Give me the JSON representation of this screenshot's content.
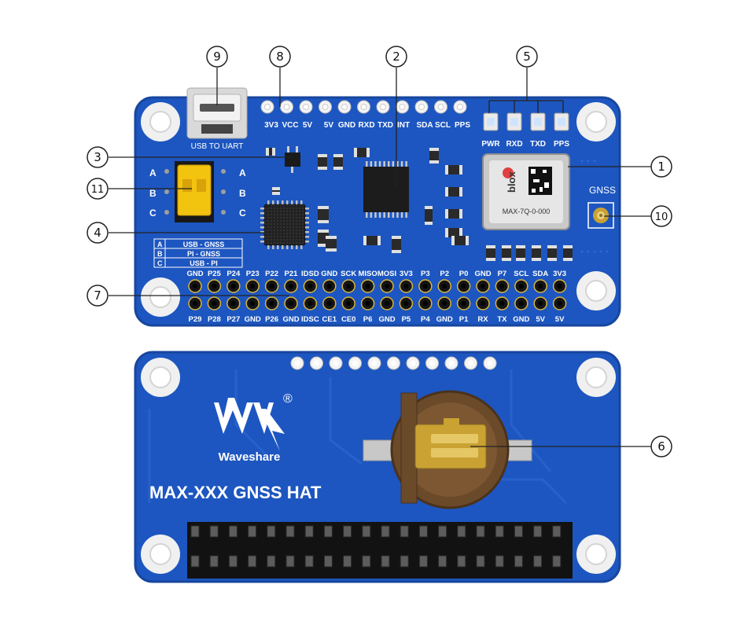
{
  "colors": {
    "pcb": "#1d56c0",
    "pcb_edge": "#17469e",
    "silk": "#ffffff",
    "header_pin": "#1a1a1a",
    "gold": "#c9a233",
    "jumper": "#f2c30f",
    "battery_holder": "#6b4a2a"
  },
  "callouts": [
    {
      "number": "1"
    },
    {
      "number": "2"
    },
    {
      "number": "3"
    },
    {
      "number": "4"
    },
    {
      "number": "5"
    },
    {
      "number": "6"
    },
    {
      "number": "7"
    },
    {
      "number": "8"
    },
    {
      "number": "9"
    },
    {
      "number": "10"
    },
    {
      "number": "11"
    }
  ],
  "top_board": {
    "usb_label": "USB TO UART",
    "top_pin_labels": [
      "3V3",
      "VCC",
      "5V",
      "5V",
      "GND",
      "RXD",
      "TXD",
      "INT",
      "SDA",
      "SCL",
      "PPS"
    ],
    "leds": [
      "PWR",
      "RXD",
      "TXD",
      "PPS"
    ],
    "jumper_side_labels": [
      "A",
      "B",
      "C"
    ],
    "mode_table": [
      {
        "key": "A",
        "value": "USB - GNSS"
      },
      {
        "key": "B",
        "value": "PI - GNSS"
      },
      {
        "key": "C",
        "value": "USB - PI"
      }
    ],
    "module": {
      "brand": "blox",
      "model": "MAX-7Q-0-000"
    },
    "antenna_label": "GNSS",
    "gpio_top_labels": [
      "GND",
      "P25",
      "P24",
      "P23",
      "P22",
      "P21",
      "IDSD",
      "GND",
      "SCK",
      "MISO",
      "MOSI",
      "3V3",
      "P3",
      "P2",
      "P0",
      "GND",
      "P7",
      "SCL",
      "SDA",
      "3V3"
    ],
    "gpio_bottom_labels": [
      "P29",
      "P28",
      "P27",
      "GND",
      "P26",
      "GND",
      "IDSC",
      "CE1",
      "CE0",
      "P6",
      "GND",
      "P5",
      "P4",
      "GND",
      "P1",
      "RX",
      "TX",
      "GND",
      "5V",
      "5V"
    ]
  },
  "bottom_board": {
    "brand": "Waveshare",
    "registered_mark": "®",
    "product_name": "MAX-XXX GNSS HAT"
  }
}
